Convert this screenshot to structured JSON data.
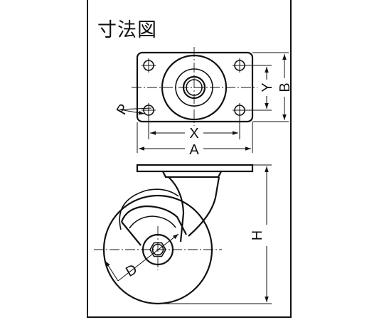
{
  "title": "寸法図",
  "dimensions": {
    "A": "A",
    "B": "B",
    "X": "X",
    "Y": "Y",
    "P": "P",
    "H": "H",
    "D": "D"
  }
}
